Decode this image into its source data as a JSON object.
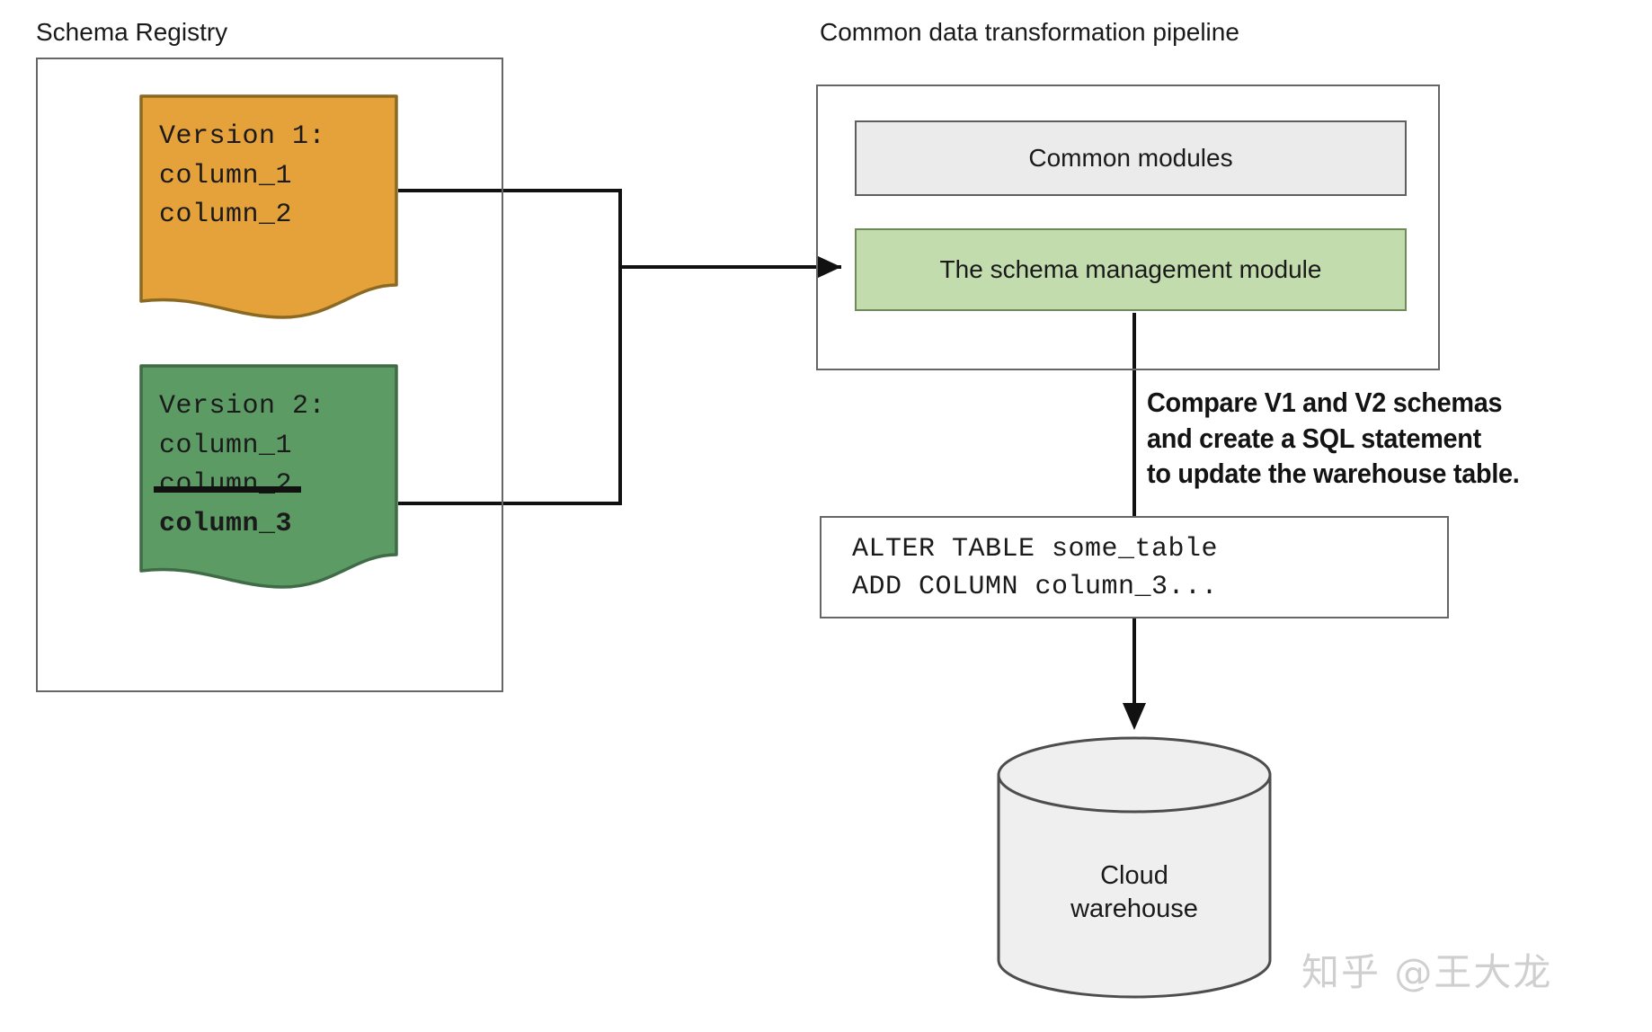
{
  "diagram": {
    "title_left": "Schema Registry",
    "title_right": "Common data transformation pipeline"
  },
  "schema_registry": {
    "label": "Schema Registry",
    "versions": [
      {
        "id": "version-1",
        "color": "#E5A13A",
        "border": "#8a6a22",
        "lines": [
          {
            "text": "Version 1:",
            "style": "normal"
          },
          {
            "text": "column_1",
            "style": "normal"
          },
          {
            "text": "column_2",
            "style": "normal"
          }
        ]
      },
      {
        "id": "version-2",
        "color": "#5D9B65",
        "border": "#3f6b47",
        "lines": [
          {
            "text": "Version 2:",
            "style": "normal"
          },
          {
            "text": "column_1",
            "style": "normal"
          },
          {
            "text": "column_2",
            "style": "strikethrough"
          },
          {
            "text": "column_3",
            "style": "bold"
          }
        ]
      }
    ]
  },
  "pipeline": {
    "label": "Common data transformation pipeline",
    "modules": [
      {
        "id": "common-modules",
        "label": "Common modules",
        "fill": "#ebebeb"
      },
      {
        "id": "schema-management-module",
        "label": "The schema management module",
        "fill": "#c2dcae"
      }
    ]
  },
  "annotation": {
    "lines": [
      "Compare V1 and V2 schemas",
      "and create a SQL statement",
      "to update the warehouse table."
    ]
  },
  "sql": {
    "lines": [
      "ALTER TABLE some_table",
      "ADD COLUMN column_3..."
    ]
  },
  "warehouse": {
    "label_line_1": "Cloud",
    "label_line_2": "warehouse",
    "fill": "#efefef",
    "border": "#4d4d4d"
  },
  "watermark": {
    "text": "知乎 @王大龙"
  },
  "colors": {
    "frame_border": "#666666",
    "wire": "#111111",
    "orange": "#E5A13A",
    "green": "#5D9B65",
    "module_green": "#c2dcae",
    "module_grey": "#ebebeb"
  }
}
